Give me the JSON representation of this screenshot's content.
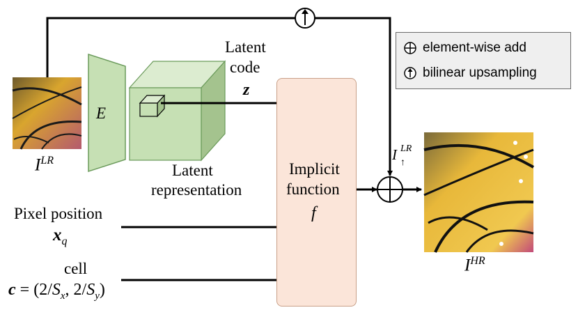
{
  "diagram": {
    "encoder_label": "E",
    "latent_code": {
      "line1": "Latent",
      "line2": "code",
      "symbol": "z"
    },
    "latent_representation": {
      "line1": "Latent",
      "line2": "representation"
    },
    "implicit_function": {
      "line1": "Implicit",
      "line2": "function",
      "symbol": "f"
    },
    "input_image": {
      "base": "I",
      "sup": "LR"
    },
    "upsampled_image": {
      "base": "I",
      "sup": "LR",
      "sub": "↑"
    },
    "output_image": {
      "base": "I",
      "sup": "HR"
    },
    "pixel_position": {
      "label": "Pixel position",
      "symbol": "x",
      "sub": "q"
    },
    "cell": {
      "label": "cell",
      "c": "c",
      "eq": "=",
      "open": "(2/",
      "S1": "S",
      "s1sub": "x",
      "mid": ", 2/",
      "S2": "S",
      "s2sub": "y",
      "close": ")"
    },
    "legend": {
      "add_label": "element-wise add",
      "upsample_label": "bilinear upsampling"
    }
  },
  "colors": {
    "encoder_fill": "#c6e0b4",
    "encoder_stroke": "#6a9a5a",
    "cube_front": "#c6e0b4",
    "cube_top": "#dcecd0",
    "cube_side": "#a4c38e",
    "implicit_fill": "#fbe5d9",
    "legend_bg": "#efefef"
  }
}
